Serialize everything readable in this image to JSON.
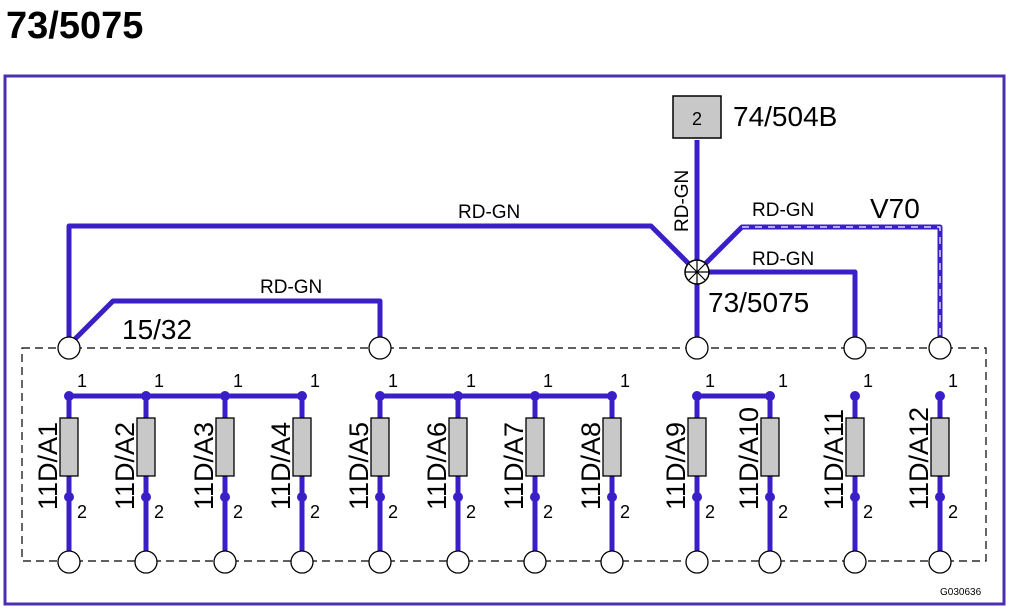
{
  "title": "73/5075",
  "connector": {
    "pin": "2",
    "label": "74/504B"
  },
  "splice_label": "73/5075",
  "ground_point_label": "15/32",
  "variant_label": "V70",
  "wire_color": "RD-GN",
  "figure_code": "G030636",
  "colors": {
    "wire": "#3a1ec8",
    "fuse_body": "#c8c8c8",
    "frame": "#4b2fb0"
  },
  "fuses": [
    {
      "name": "11D/A1",
      "pin_top": "1",
      "pin_bottom": "2"
    },
    {
      "name": "11D/A2",
      "pin_top": "1",
      "pin_bottom": "2"
    },
    {
      "name": "11D/A3",
      "pin_top": "1",
      "pin_bottom": "2"
    },
    {
      "name": "11D/A4",
      "pin_top": "1",
      "pin_bottom": "2"
    },
    {
      "name": "11D/A5",
      "pin_top": "1",
      "pin_bottom": "2"
    },
    {
      "name": "11D/A6",
      "pin_top": "1",
      "pin_bottom": "2"
    },
    {
      "name": "11D/A7",
      "pin_top": "1",
      "pin_bottom": "2"
    },
    {
      "name": "11D/A8",
      "pin_top": "1",
      "pin_bottom": "2"
    },
    {
      "name": "11D/A9",
      "pin_top": "1",
      "pin_bottom": "2"
    },
    {
      "name": "11D/A10",
      "pin_top": "1",
      "pin_bottom": "2"
    },
    {
      "name": "11D/A11",
      "pin_top": "1",
      "pin_bottom": "2"
    },
    {
      "name": "11D/A12",
      "pin_top": "1",
      "pin_bottom": "2"
    }
  ]
}
